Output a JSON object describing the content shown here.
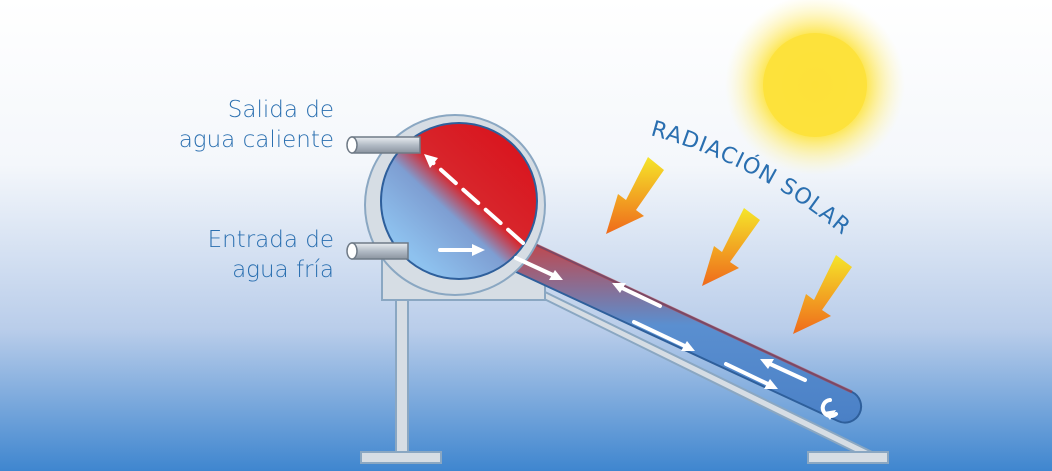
{
  "labels": {
    "hot_out_line1": "Salida de",
    "hot_out_line2": "agua caliente",
    "cold_in_line1": "Entrada de",
    "cold_in_line2": "agua fría",
    "radiation": "RADIACIÓN SOLAR"
  },
  "colors": {
    "sky_top": "#ffffff",
    "sky_bottom": "#3f86cf",
    "hot_water": "#d9161f",
    "cold_water": "#74aee2",
    "frame": "#d6dde4",
    "frame_stroke": "#8aa7c2",
    "sun": "#fde13a",
    "ray_top": "#f5e52a",
    "ray_bottom": "#ef6a1b",
    "text": "#2a6fb0"
  },
  "icons": {
    "sun": "sun-icon",
    "rays": "radiation-arrow-icon",
    "flow": "flow-arrow-icon"
  }
}
